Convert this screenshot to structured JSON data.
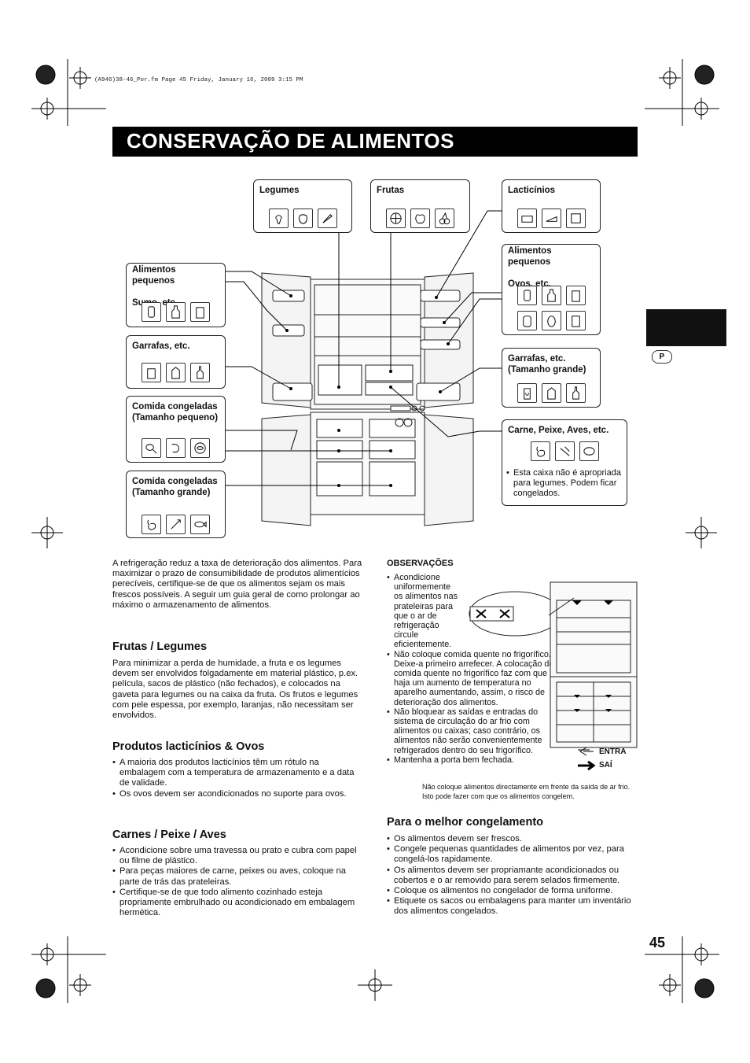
{
  "file_header": "(A946)38-46_Por.fm  Page 45  Friday, January 16, 2009  3:15 PM",
  "title": "CONSERVAÇÃO DE ALIMENTOS",
  "side_badge": "P",
  "page_number": "45",
  "diagram": {
    "legumes": "Legumes",
    "frutas": "Frutas",
    "lacticinios": "Lacticínios",
    "alimentos_left": "Alimentos\npequenos\n\nSumo, etc.",
    "garrafas_left": "Garrafas, etc.",
    "congeladas_pequeno": "Comida congeladas\n(Tamanho pequeno)",
    "congeladas_grande": "Comida congeladas\n(Tamanho grande)",
    "alimentos_right": "Alimentos\npequenos\n\nOvos, etc.",
    "garrafas_right": "Garrafas, etc.\n(Tamanho grande)",
    "carne": "Carne, Peixe, Aves, etc.",
    "carne_note": "Esta caixa não é apropriada para legumes. Podem ficar congelados."
  },
  "intro": "A refrigeração reduz a taxa de deterioração dos alimentos. Para maximizar o prazo de consumibilidade de produtos alimentícios perecíveis, certifique-se de que os alimentos sejam os mais frescos possíveis. A seguir um guia geral de como prolongar ao máximo o armazenamento de alimentos.",
  "frutas_legumes": {
    "heading": "Frutas / Legumes",
    "text": "Para minimizar a perda de humidade, a fruta e os legumes devem ser envolvidos folgadamente em material plástico, p.ex. película, sacos de plástico (não fechados), e colocados na gaveta para legumes ou na caixa da fruta. Os frutos e legumes com pele espessa, por exemplo, laranjas, não necessitam ser envolvidos."
  },
  "lacticinios_ovos": {
    "heading": "Produtos lacticínios & Ovos",
    "items": [
      "A maioria dos produtos lacticínios têm um rótulo na embalagem com a temperatura de armazenamento e a data de validade.",
      "Os ovos devem ser acondicionados no suporte para ovos."
    ]
  },
  "carnes": {
    "heading": "Carnes / Peixe / Aves",
    "items": [
      "Acondicione sobre uma travessa ou prato e cubra com papel ou filme de plástico.",
      "Para peças maiores de carne, peixes ou aves, coloque na parte de trás das prateleiras.",
      "Certifique-se de que todo alimento cozinhado esteja propriamente embrulhado ou acondicionado em embalagem hermética."
    ]
  },
  "observacoes": {
    "heading": "OBSERVAÇÕES",
    "item1": "Acondicione uniformemente os alimentos nas prateleiras para que o ar de refrigeração circule eficientemente.",
    "item2": "Não coloque comida quente no frigorífico. Deixe-a primeiro arrefecer. A colocação de comida quente no frigorífico faz com que haja um aumento de temperatura no aparelho aumentando, assim, o risco de deterioração dos alimentos.",
    "item3": "Não bloquear as saídas e entradas do sistema de circulação do ar frio com alimentos ou caixas; caso contrário, os alimentos não serão convenientemente refrigerados dentro do seu frigorífico.",
    "item4": "Mantenha a porta bem fechada.",
    "entra": "ENTRA",
    "sai": "SAÍ",
    "caption": "Não coloque alimentos directamente em frente da saída de ar frio. Isto pode fazer com que os alimentos congelem."
  },
  "congelamento": {
    "heading": "Para o melhor congelamento",
    "items": [
      "Os alimentos devem ser frescos.",
      "Congele pequenas quantidades de alimentos por vez, para congelá-los rapidamente.",
      "Os alimentos devem ser propriamante acondicionados ou cobertos e o ar removido para serem selados firmemente.",
      "Coloque os alimentos no congelador de forma uniforme.",
      "Etiquete os sacos ou embalagens para manter um inventário dos alimentos congelados."
    ]
  },
  "icons": {
    "legumes": [
      "broccoli-icon",
      "pepper-icon",
      "carrot-icon"
    ],
    "frutas": [
      "orange-slice-icon",
      "apple-icon",
      "cherry-icon"
    ],
    "lacticinios": [
      "butter-icon",
      "cheese-icon",
      "margarine-icon"
    ]
  }
}
